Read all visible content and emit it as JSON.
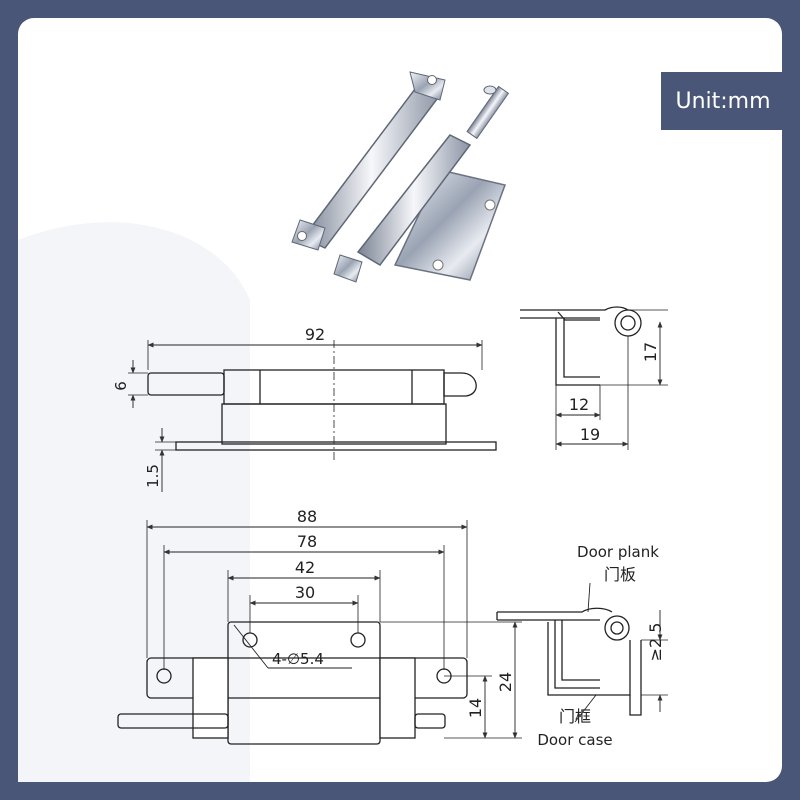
{
  "unit_badge": "Unit:mm",
  "dims": {
    "d92": "92",
    "d6": "6",
    "d1_5": "1.5",
    "d17": "17",
    "d12": "12",
    "d19": "19",
    "d88": "88",
    "d78": "78",
    "d42": "42",
    "d30": "30",
    "d_holes": "4-∅5.4",
    "d24": "24",
    "d14": "14",
    "d2_5": "≥2.5"
  },
  "labels": {
    "door_plank_en": "Door plank",
    "door_plank_cn": "门板",
    "door_case_cn": "门框",
    "door_case_en": "Door case"
  },
  "icons": [
    "hinge-photo"
  ]
}
